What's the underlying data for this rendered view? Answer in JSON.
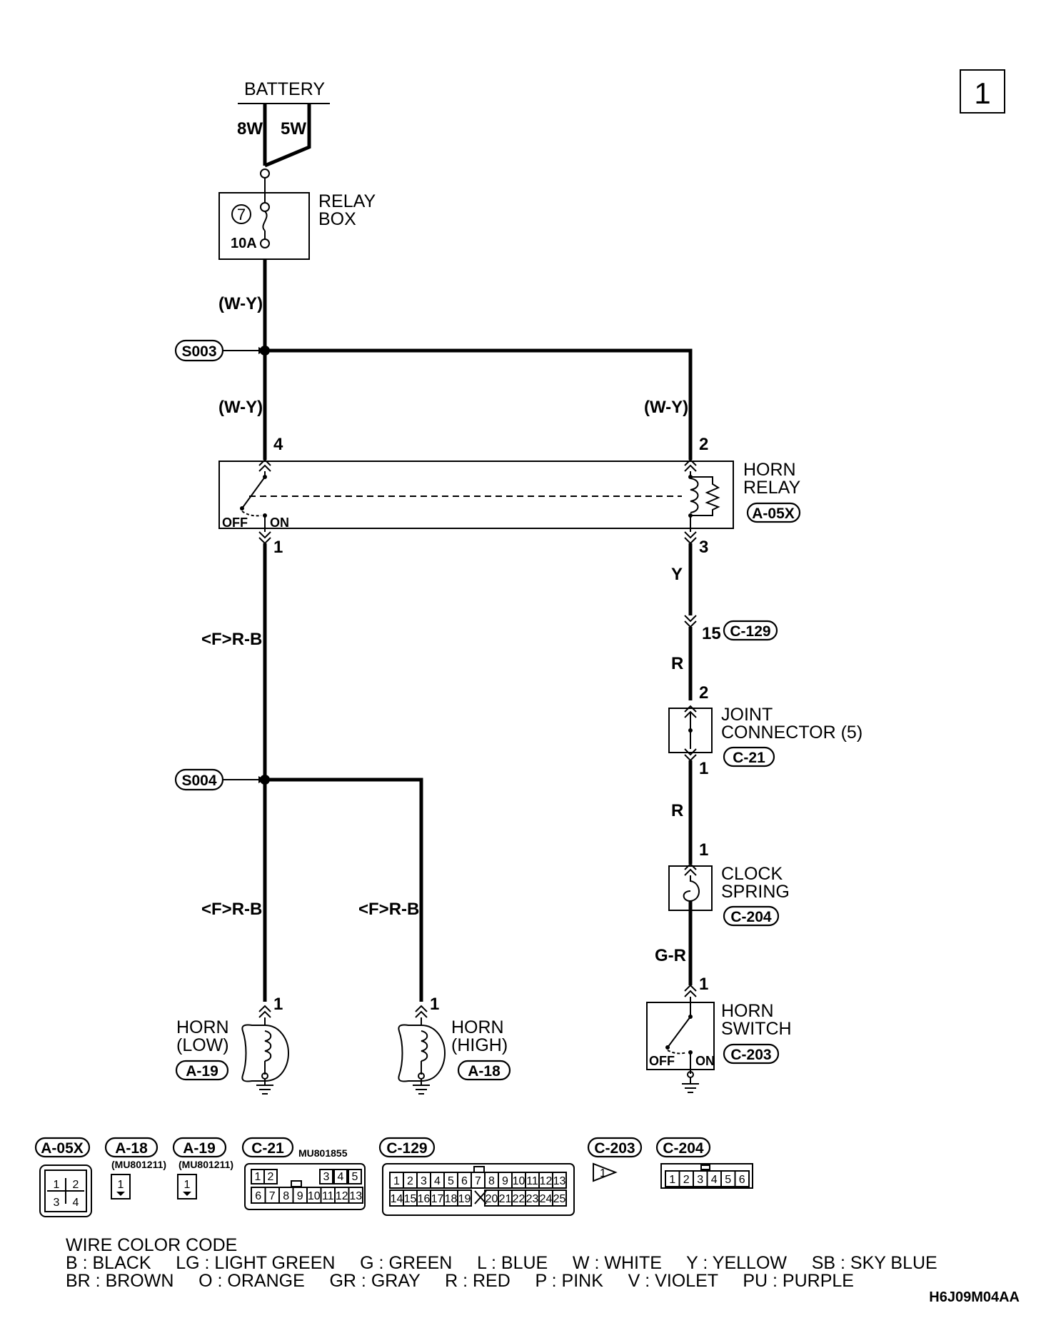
{
  "sheet_number": "1",
  "battery": {
    "label": "BATTERY",
    "wire_left": "8W",
    "wire_right": "5W"
  },
  "relay_box": {
    "line1": "RELAY",
    "line2": "BOX",
    "fuse_no": "7",
    "fuse_rating": "10A"
  },
  "splices": {
    "s003": "S003",
    "s004": "S004"
  },
  "wires": {
    "w_y_top": "(W-Y)",
    "w_y_left": "(W-Y)",
    "w_y_right": "(W-Y)",
    "y": "Y",
    "r1": "R",
    "r2": "R",
    "g_r": "G-R",
    "rb_main": "<F>R-B",
    "rb_low": "<F>R-B",
    "rb_high": "<F>R-B"
  },
  "horn_relay": {
    "line1": "HORN",
    "line2": "RELAY",
    "connector": "A-05X",
    "pin_in_left": "4",
    "pin_in_right": "2",
    "pin_out_left": "1",
    "pin_out_right": "3",
    "off": "OFF",
    "on": "ON"
  },
  "c129_pin": {
    "pin": "15",
    "connector": "C-129"
  },
  "joint_connector": {
    "line1": "JOINT",
    "line2": "CONNECTOR (5)",
    "connector": "C-21",
    "pin_top": "2",
    "pin_bottom": "1"
  },
  "clock_spring": {
    "line1": "CLOCK",
    "line2": "SPRING",
    "connector": "C-204",
    "pin": "1"
  },
  "horn_switch": {
    "line1": "HORN",
    "line2": "SWITCH",
    "connector": "C-203",
    "pin": "1",
    "off": "OFF",
    "on": "ON"
  },
  "horn_low": {
    "line1": "HORN",
    "line2": "(LOW)",
    "connector": "A-19",
    "pin": "1"
  },
  "horn_high": {
    "line1": "HORN",
    "line2": "(HIGH)",
    "connector": "A-18",
    "pin": "1"
  },
  "connector_views": {
    "a05x": {
      "label": "A-05X",
      "pins": [
        "1",
        "2",
        "3",
        "4"
      ]
    },
    "a18": {
      "label": "A-18",
      "part": "(MU801211)",
      "pin": "1"
    },
    "a19": {
      "label": "A-19",
      "part": "(MU801211)",
      "pin": "1"
    },
    "c21": {
      "label": "C-21",
      "part": "MU801855",
      "top": [
        "1",
        "2",
        "3",
        "4",
        "5"
      ],
      "bottom": [
        "6",
        "7",
        "8",
        "9",
        "10",
        "11",
        "12",
        "13"
      ]
    },
    "c129": {
      "label": "C-129",
      "top": [
        "1",
        "2",
        "3",
        "4",
        "5",
        "6",
        "7",
        "8",
        "9",
        "10",
        "11",
        "12",
        "13"
      ],
      "bottom": [
        "14",
        "15",
        "16",
        "17",
        "18",
        "19",
        "20",
        "21",
        "22",
        "23",
        "24",
        "25"
      ]
    },
    "c203": {
      "label": "C-203",
      "pin": "1"
    },
    "c204": {
      "label": "C-204",
      "pins": [
        "1",
        "2",
        "3",
        "4",
        "5",
        "6"
      ]
    }
  },
  "legend": {
    "title": "WIRE COLOR CODE",
    "row1": "B : BLACK     LG : LIGHT GREEN     G : GREEN     L : BLUE     W : WHITE     Y : YELLOW     SB : SKY BLUE",
    "row2": "BR : BROWN     O : ORANGE     GR : GRAY     R : RED     P : PINK     V : VIOLET     PU : PURPLE"
  },
  "figure_code": "H6J09M04AA"
}
